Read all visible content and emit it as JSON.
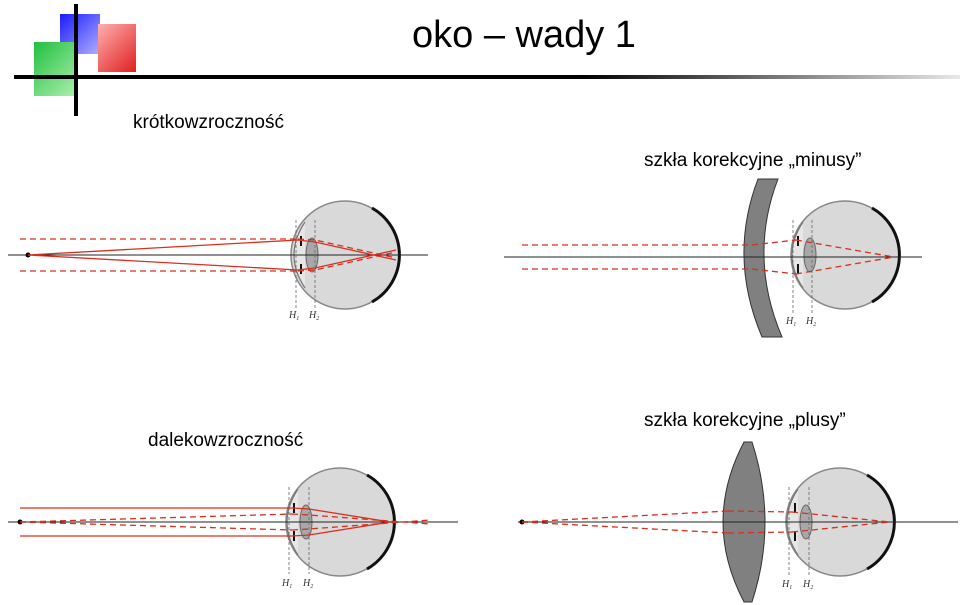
{
  "header": {
    "title": "oko – wady 1"
  },
  "panels": {
    "myopia": {
      "label": "krótkowzroczność"
    },
    "myopia_fix": {
      "label": "szkła korekcyjne „minusy”"
    },
    "hyperopia": {
      "label": "dalekowzroczność"
    },
    "hyperopia_fix": {
      "label": "szkła korekcyjne „plusy”"
    }
  },
  "principal_planes": {
    "h1": "H",
    "h1_sub": "1",
    "h2": "H",
    "h2_sub": "2"
  },
  "colors": {
    "ray": "#d7301f",
    "axis": "#222222",
    "eyeball": "#d9d9d9",
    "lens": "#808080"
  }
}
